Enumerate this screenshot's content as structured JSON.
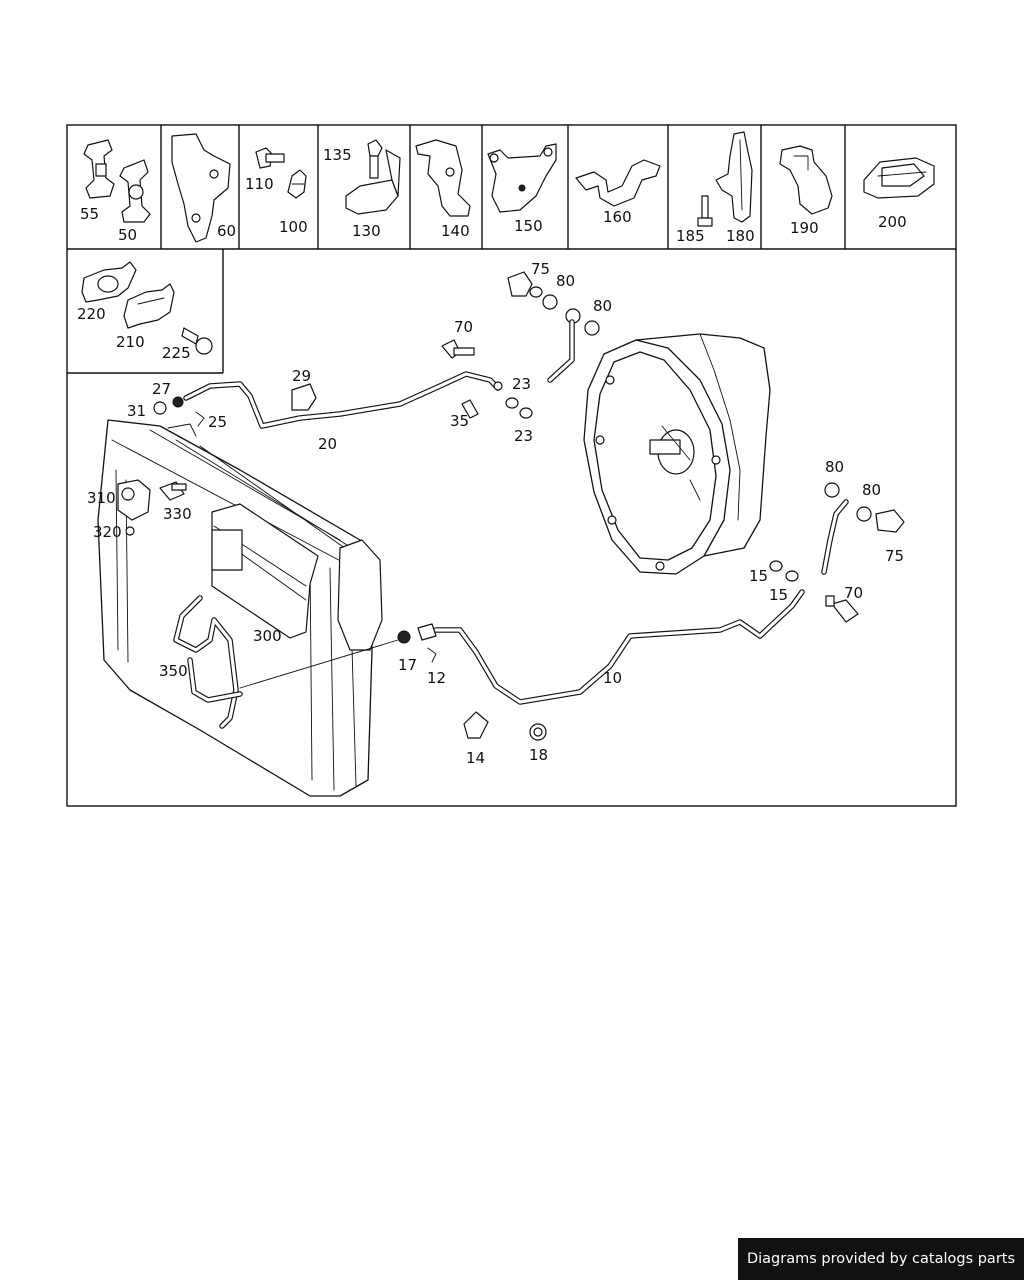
{
  "callouts": {
    "c55": "55",
    "c50": "50",
    "c60": "60",
    "c110": "110",
    "c100": "100",
    "c135": "135",
    "c130": "130",
    "c140": "140",
    "c150": "150",
    "c160": "160",
    "c185": "185",
    "c180": "180",
    "c190": "190",
    "c200": "200",
    "c220": "220",
    "c210": "210",
    "c225": "225",
    "c75a": "75",
    "c80a": "80",
    "c80b": "80",
    "c70a": "70",
    "c29": "29",
    "c27": "27",
    "c31": "31",
    "c25": "25",
    "c20": "20",
    "c23a": "23",
    "c35": "35",
    "c23b": "23",
    "c310": "310",
    "c330": "330",
    "c320": "320",
    "c300": "300",
    "c350": "350",
    "c17": "17",
    "c12": "12",
    "c10": "10",
    "c14": "14",
    "c18": "18",
    "c80c": "80",
    "c80d": "80",
    "c75b": "75",
    "c15a": "15",
    "c15b": "15",
    "c70b": "70"
  },
  "footer": {
    "credit": "Diagrams provided by catalogs parts"
  }
}
